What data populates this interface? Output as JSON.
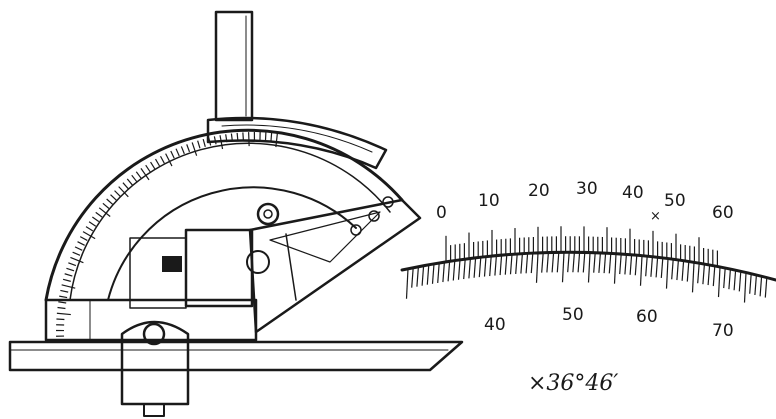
{
  "figure": {
    "protractor": {
      "description_icon": "bevel-protractor-drawing"
    },
    "scale": {
      "vernier_labels": [
        "0",
        "10",
        "20",
        "30",
        "40",
        "50",
        "60"
      ],
      "main_labels": [
        "40",
        "50",
        "60",
        "70"
      ],
      "marker": "×"
    },
    "reading": "×36°46′"
  }
}
